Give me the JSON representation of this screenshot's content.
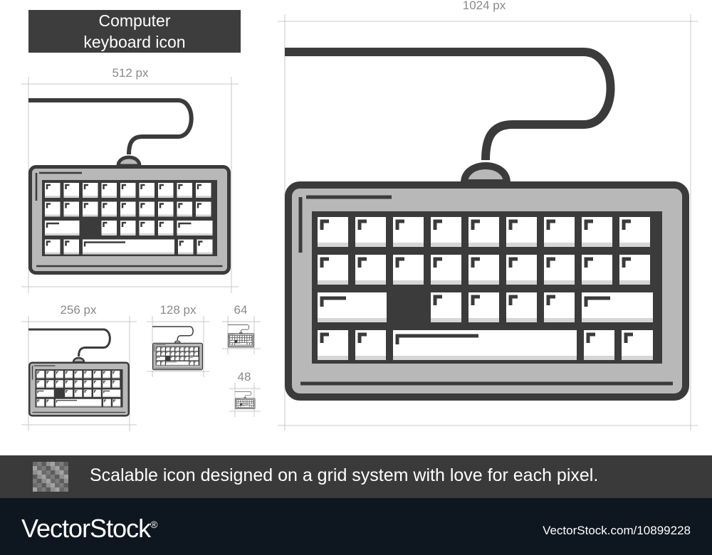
{
  "title": {
    "line1": "Computer",
    "line2": "keyboard icon"
  },
  "sizes": {
    "s1024": "1024 px",
    "s512": "512 px",
    "s256": "256 px",
    "s128": "128 px",
    "s64": "64",
    "s48": "48"
  },
  "footer": {
    "tagline": "Scalable icon designed on a grid system with love for each pixel."
  },
  "brand": {
    "logo_text": "VectorStock",
    "registered": "®",
    "image_id": "VectorStock.com/10899228"
  },
  "colors": {
    "stroke": "#3b3b3b",
    "fill": "#b8b8b8",
    "key_fill": "#ffffff",
    "guide": "#c9c9c9",
    "footer_bg": "#3a3a3a",
    "brand_bg": "#0e1620"
  }
}
